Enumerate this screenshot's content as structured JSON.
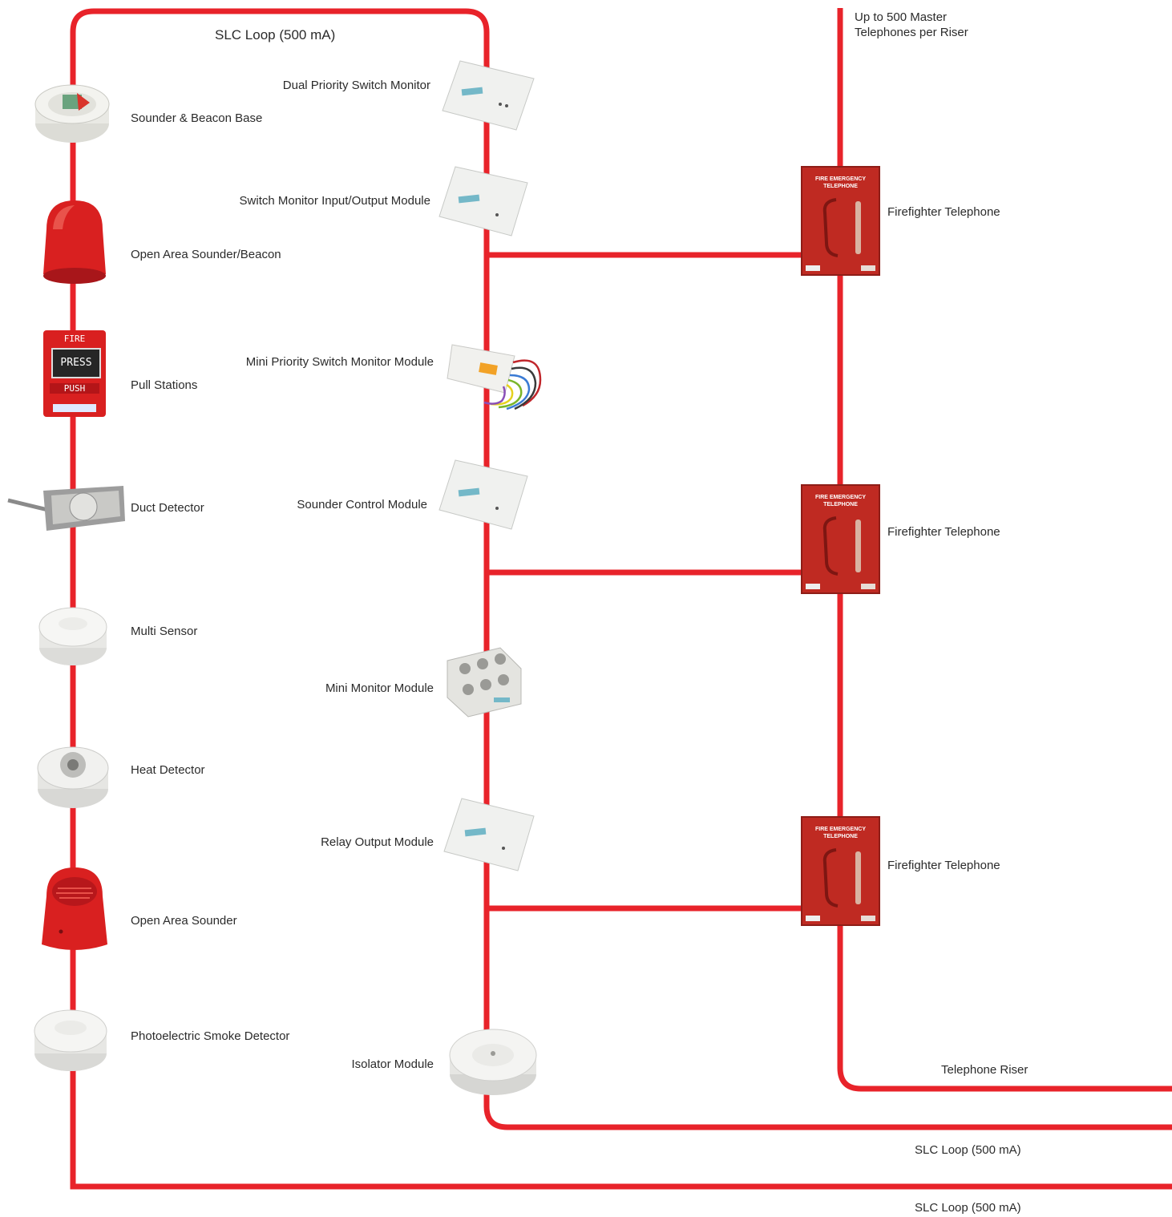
{
  "colors": {
    "wire": "#e8232a",
    "device_red": "#d92020",
    "device_white": "#f1f1ef",
    "phone_panel": "#bf2a22"
  },
  "loop": {
    "top_label": "SLC Loop (500 mA)",
    "inner_bottom_label": "SLC Loop (500 mA)",
    "outer_bottom_label": "SLC Loop (500 mA)"
  },
  "riser": {
    "top_label_line1": "Up to 500 Master",
    "top_label_line2": "Telephones per Riser",
    "bottom_label": "Telephone Riser"
  },
  "left_devices": [
    {
      "label": "Sounder & Beacon Base",
      "icon": "sounder-beacon-base-icon"
    },
    {
      "label": "Open Area Sounder/Beacon",
      "icon": "sounder-beacon-icon"
    },
    {
      "label": "Pull Stations",
      "icon": "pull-station-icon",
      "face_top": "FIRE",
      "face_mid": "PRESS",
      "face_bottom": "PUSH"
    },
    {
      "label": "Duct Detector",
      "icon": "duct-detector-icon"
    },
    {
      "label": "Multi Sensor",
      "icon": "multi-sensor-icon"
    },
    {
      "label": "Heat Detector",
      "icon": "heat-detector-icon"
    },
    {
      "label": "Open Area Sounder",
      "icon": "open-area-sounder-icon"
    },
    {
      "label": "Photoelectric Smoke Detector",
      "icon": "smoke-detector-icon"
    }
  ],
  "middle_devices": [
    {
      "label": "Dual Priority Switch Monitor",
      "icon": "module-box-icon"
    },
    {
      "label": "Switch Monitor Input/Output Module",
      "icon": "module-box-icon"
    },
    {
      "label": "Mini Priority Switch Monitor Module",
      "icon": "mini-module-wires-icon"
    },
    {
      "label": "Sounder Control Module",
      "icon": "module-box-icon"
    },
    {
      "label": "Mini Monitor Module",
      "icon": "terminal-block-icon"
    },
    {
      "label": "Relay Output Module",
      "icon": "module-box-icon"
    },
    {
      "label": "Isolator Module",
      "icon": "isolator-module-icon"
    }
  ],
  "phones": [
    {
      "label": "Firefighter Telephone",
      "panel_line1": "FIRE EMERGENCY",
      "panel_line2": "TELEPHONE",
      "icon": "firefighter-telephone-icon"
    },
    {
      "label": "Firefighter Telephone",
      "panel_line1": "FIRE EMERGENCY",
      "panel_line2": "TELEPHONE",
      "icon": "firefighter-telephone-icon"
    },
    {
      "label": "Firefighter Telephone",
      "panel_line1": "FIRE EMERGENCY",
      "panel_line2": "TELEPHONE",
      "icon": "firefighter-telephone-icon"
    }
  ]
}
